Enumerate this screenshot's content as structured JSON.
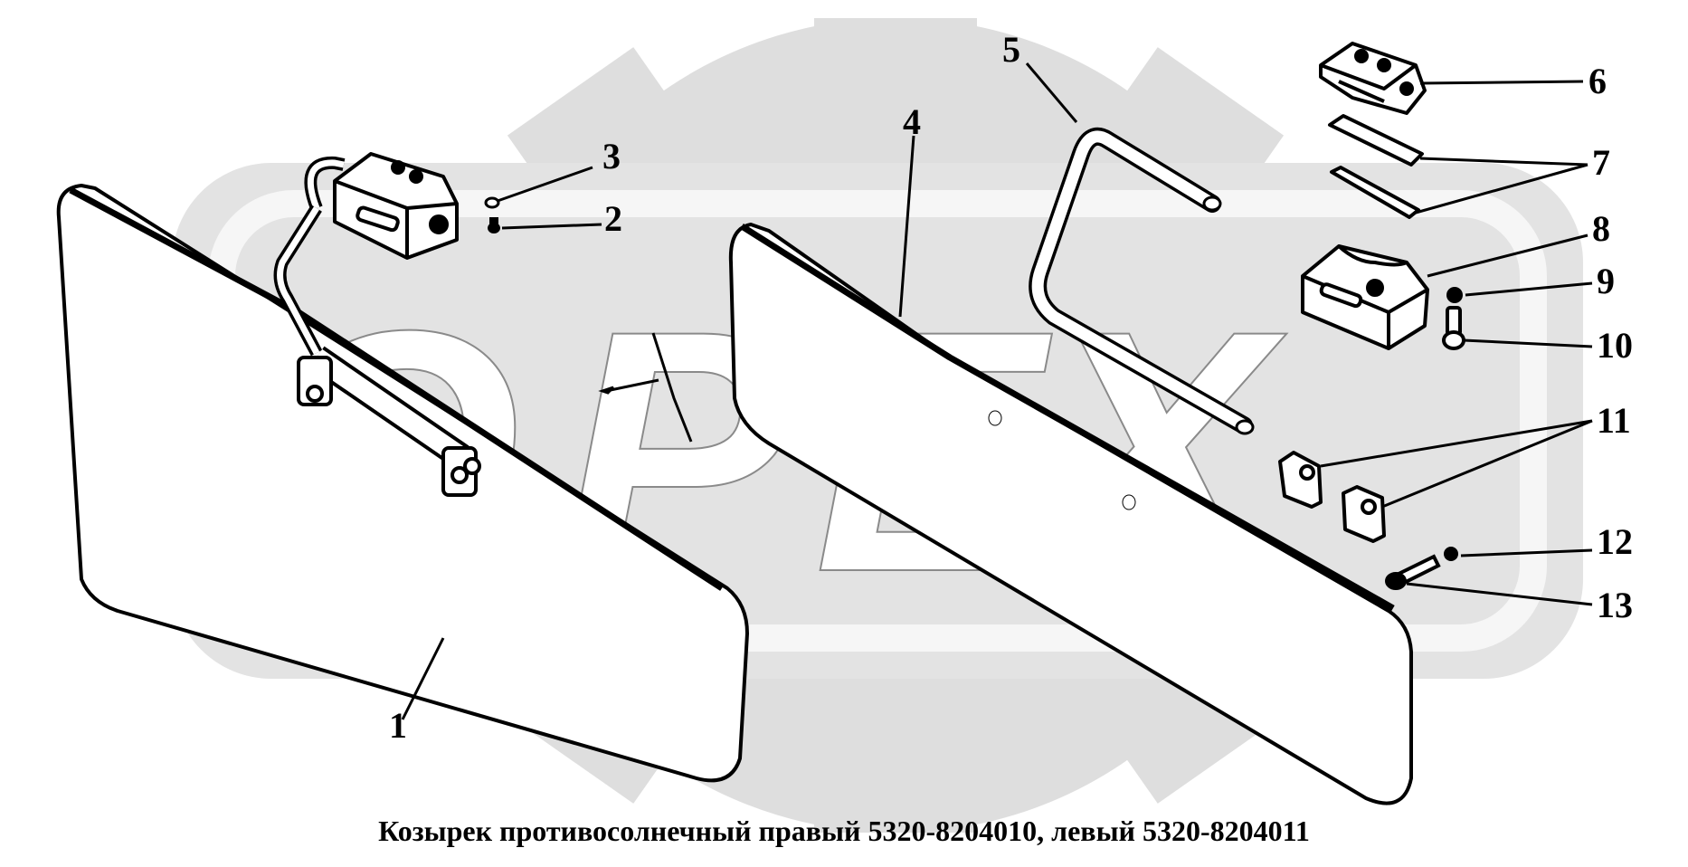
{
  "caption": "Козырек противосолнечный правый 5320-8204010, левый 5320-8204011",
  "watermark": {
    "text": "OPEX",
    "color": "#d9d9d9"
  },
  "colors": {
    "line": "#000000",
    "background": "#ffffff"
  },
  "callouts": [
    {
      "id": "1",
      "label": "1"
    },
    {
      "id": "2",
      "label": "2"
    },
    {
      "id": "3",
      "label": "3"
    },
    {
      "id": "4",
      "label": "4"
    },
    {
      "id": "5",
      "label": "5"
    },
    {
      "id": "6",
      "label": "6"
    },
    {
      "id": "7",
      "label": "7"
    },
    {
      "id": "8",
      "label": "8"
    },
    {
      "id": "9",
      "label": "9"
    },
    {
      "id": "10",
      "label": "10"
    },
    {
      "id": "11",
      "label": "11"
    },
    {
      "id": "12",
      "label": "12"
    },
    {
      "id": "13",
      "label": "13"
    }
  ]
}
